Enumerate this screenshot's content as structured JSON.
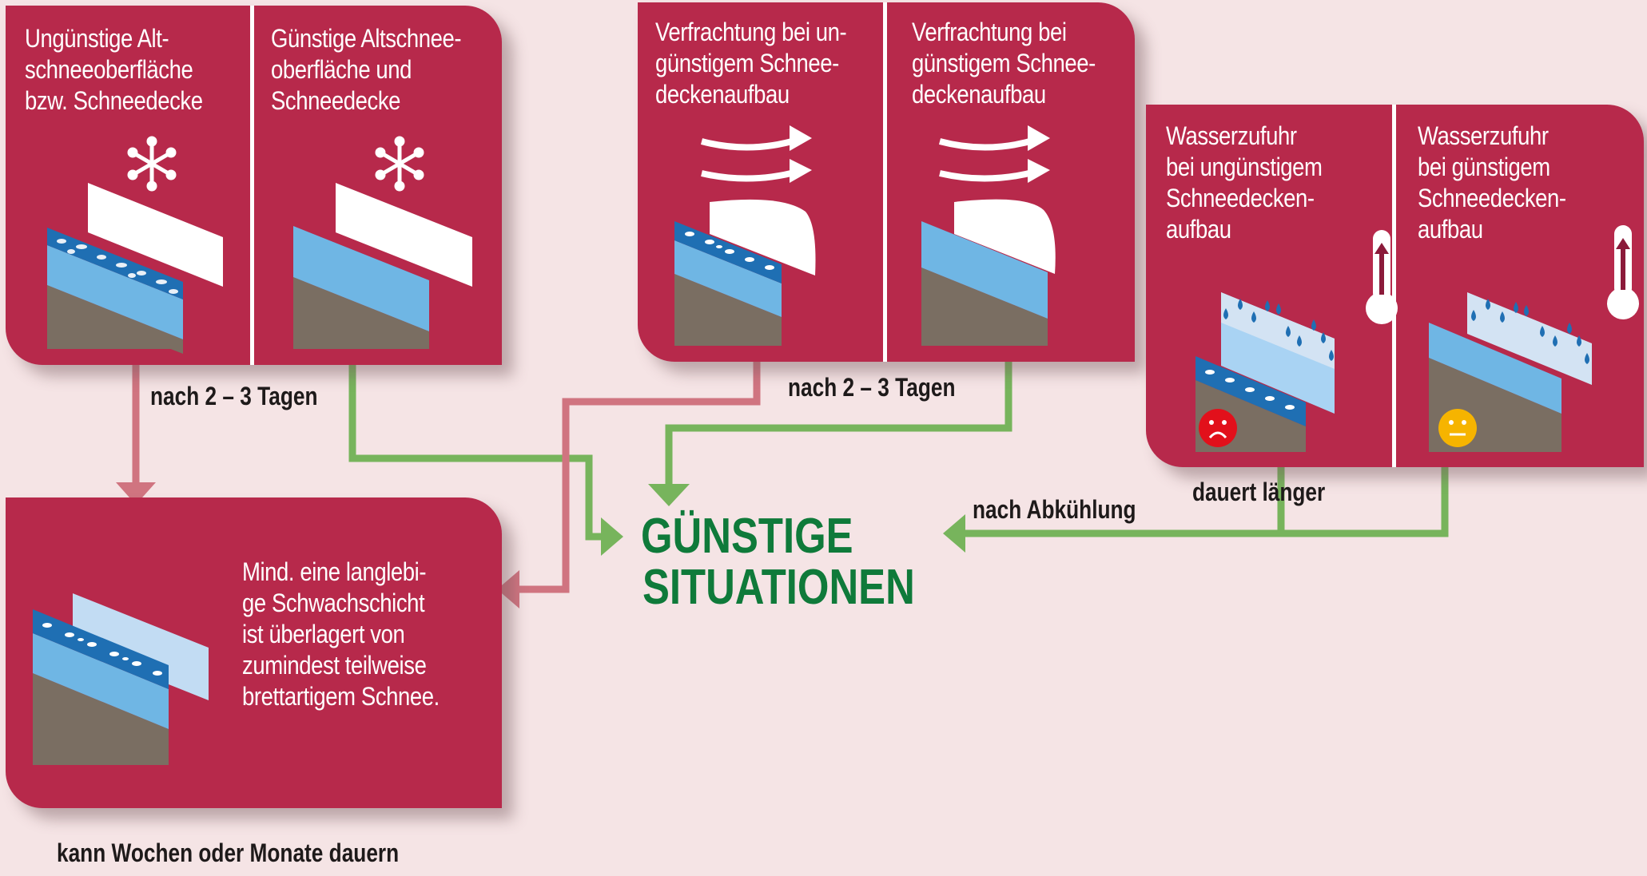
{
  "diagram": {
    "colors": {
      "background": "#f5e4e5",
      "panel": "#b7294b",
      "favorable_arrow": "#77b45c",
      "unfavorable_arrow": "#d07480",
      "result_text": "#0f7a3a",
      "old_snow_blue": "#6fb6e4",
      "weak_layer_pattern": "#1f6fb3",
      "ground": "#7a6e62",
      "new_snow": "#ffffff",
      "slab_light": "#c2dcf3",
      "sad_face": "#e2101b",
      "neutral_face": "#f6b400"
    },
    "panels": {
      "snowfall_unfavorable": {
        "text": "Ungünstige Alt-\nschneeoberfläche\nbzw. Schneedecke",
        "icon": "snowflake-icon"
      },
      "snowfall_favorable": {
        "text": "Günstige Altschnee-\noberfläche und\nSchneedecke",
        "icon": "snowflake-icon"
      },
      "drift_unfavorable": {
        "text": "Verfrachtung bei un-\ngünstigem Schnee-\ndeckenaufbau",
        "icon": "wind-arrows-icon"
      },
      "drift_favorable": {
        "text": "Verfrachtung bei\ngünstigem Schnee-\ndeckenaufbau",
        "icon": "wind-arrows-icon"
      },
      "water_unfavorable": {
        "text": "Wasserzufuhr\nbei ungünstigem\nSchneedecken-\naufbau",
        "icon": "thermometer-icon",
        "face": "sad-face-icon"
      },
      "water_favorable": {
        "text": "Wasserzufuhr\nbei günstigem\nSchneedecken-\naufbau",
        "icon": "thermometer-icon",
        "face": "neutral-face-icon"
      },
      "persistent_weak_layer": {
        "text": "Mind. eine langlebi-\nge Schwachschicht\nist überlagert von\nzumindest teilweise\nbrettartigem Schnee."
      }
    },
    "labels": {
      "after_days_left": "nach 2 – 3 Tagen",
      "after_days_middle": "nach 2 – 3 Tagen",
      "after_cooling": "nach Abkühlung",
      "takes_longer": "dauert länger",
      "weeks_months": "kann Wochen oder Monate dauern"
    },
    "result": {
      "line1": "GÜNSTIGE",
      "line2": "SITUATIONEN"
    }
  }
}
